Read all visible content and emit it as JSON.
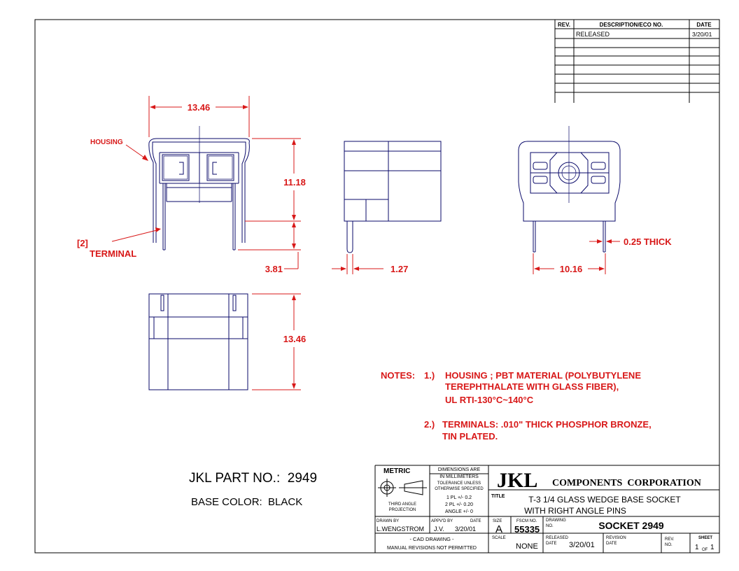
{
  "revision_block": {
    "headers": [
      "REV.",
      "DESCRIPTION/ECO NO.",
      "DATE"
    ],
    "rows": [
      {
        "rev": "",
        "description": "RELEASED",
        "date": "3/20/01"
      }
    ]
  },
  "dimensions": {
    "front_width": "13.46",
    "front_height": "11.18",
    "pin_length": "3.81",
    "side_pin_width": "1.27",
    "rear_pin_spacing": "10.16",
    "pin_thickness": "0.25 THICK",
    "bottom_depth": "13.46"
  },
  "callouts": {
    "housing": "HOUSING",
    "terminal_count": "[2]",
    "terminal": "TERMINAL"
  },
  "notes": {
    "label": "NOTES:",
    "items": [
      {
        "num": "1.)",
        "lines": [
          "HOUSING ; PBT MATERIAL (POLYBUTYLENE",
          "TEREPHTHALATE WITH GLASS FIBER),",
          "UL RTI-130°C~140°C"
        ]
      },
      {
        "num": "2.)",
        "lines": [
          "TERMINALS: .010\" THICK PHOSPHOR BRONZE,",
          "TIN PLATED."
        ]
      }
    ]
  },
  "part": {
    "part_no_line": "JKL PART NO.:  2949",
    "base_color_line": "BASE COLOR:  BLACK"
  },
  "title_block": {
    "metric": "METRIC",
    "dims_note": [
      "DIMENSIONS ARE",
      "IN MILLIMETERS"
    ],
    "tolerance": [
      "TOLERANCE UNLESS",
      "OTHERWISE SPECIFIED",
      "1 PL +/-  0.2",
      "2 PL +/-  0.20",
      "ANGLE +/-  0"
    ],
    "projection": [
      "THIRD ANGLE",
      "PROJECTION"
    ],
    "company_logo": "JKL",
    "company_name": "COMPONENTS  CORPORATION",
    "title_label": "TITLE",
    "title_lines": [
      "T-3 1/4 GLASS WEDGE BASE SOCKET",
      "WITH RIGHT ANGLE PINS"
    ],
    "drawn_by_label": "DRAWN BY",
    "drawn_by": "L.WENGSTROM",
    "apprvd_by_label": "APPV'D BY",
    "date_label": "DATE",
    "apprvd_by": "J.V.",
    "apprvd_date": "3/20/01",
    "size_label": "SIZE",
    "size": "A",
    "fscm_label": "FSCM NO.",
    "fscm": "55335",
    "drawing_no_label": [
      "DRAWING",
      "NO."
    ],
    "drawing_no": "SOCKET 2949",
    "cad_note": [
      "- CAD DRAWING -",
      "MANUAL REVISIONS NOT PERMITTED"
    ],
    "scale_label": "SCALE",
    "scale": "NONE",
    "released_label": [
      "RELEASED",
      "DATE"
    ],
    "released_date": "3/20/01",
    "revision_label": [
      "REVISION",
      "DATE"
    ],
    "rev_label": [
      "REV.",
      "NO."
    ],
    "sheet_label": "SHEET",
    "sheet_num": "1",
    "sheet_of": "OF",
    "sheet_total": "1"
  }
}
